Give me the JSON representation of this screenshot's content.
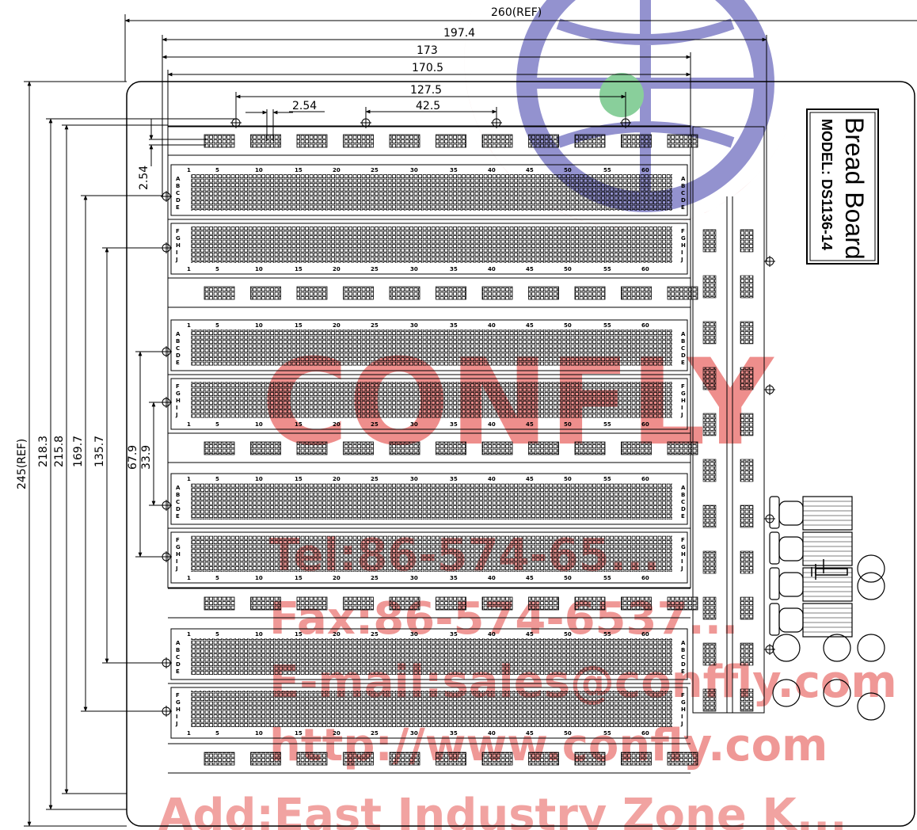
{
  "title": {
    "line1": "Bread Board",
    "line2": "MODEL: DS1136-14"
  },
  "dimensions": {
    "overall_width": "260(REF)",
    "width_197": "197.4",
    "width_173": "173",
    "width_170": "170.5",
    "hole_spacing_127": "127.5",
    "pitch": "2.54",
    "hole_spacing_42": "42.5",
    "overall_height": "245(REF)",
    "height_218": "218.3",
    "height_215": "215.8",
    "height_169": "169.7",
    "height_135": "135.7",
    "height_67": "67.9",
    "height_33": "33.9",
    "rail_pitch": "2.54"
  },
  "strip": {
    "rows_top": [
      "A",
      "B",
      "C",
      "D",
      "E"
    ],
    "rows_bottom": [
      "F",
      "G",
      "H",
      "I",
      "J"
    ],
    "column_numbers": [
      "1",
      "5",
      "10",
      "15",
      "20",
      "25",
      "30",
      "35",
      "40",
      "45",
      "50",
      "55",
      "60"
    ]
  },
  "watermark": {
    "brand": "CONFLY",
    "tel": "Tel:86-574-65...",
    "fax": "Fax:86-574-6537...",
    "email": "E-mail:sales@conffly.com",
    "web": "http://www.confly.com",
    "address": "Add:East Industry Zone K..."
  },
  "colors": {
    "line": "#000000",
    "watermark_red": "#e0322e",
    "watermark_blue": "#3b3aa8",
    "watermark_green": "#2aa84a"
  }
}
